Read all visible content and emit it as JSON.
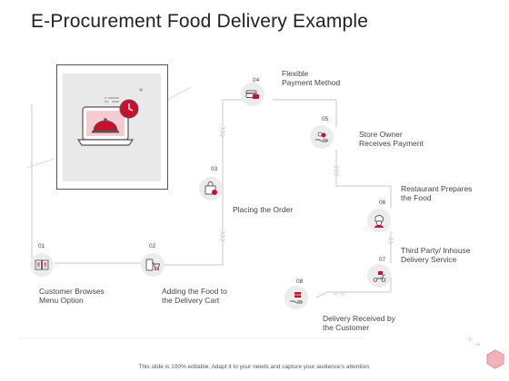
{
  "title": "E-Procurement Food Delivery Example",
  "footer_note": "This slide is 100% editable. Adapt it to your needs and capture your audience's attention.",
  "colors": {
    "accent": "#c8102e",
    "line": "#bdbdbd",
    "circle": "#ececec"
  },
  "hero_icon": "laptop-food-cloche-clock-icon",
  "steps": [
    {
      "number": "01",
      "label": "Customer Browses\nMenu Option",
      "icon": "menu-book-icon"
    },
    {
      "number": "02",
      "label": "Adding the Food to\nthe Delivery Cart",
      "icon": "cart-device-icon"
    },
    {
      "number": "03",
      "label": "Placing the Order",
      "icon": "order-bag-icon"
    },
    {
      "number": "04",
      "label": "Flexible\nPayment Method",
      "icon": "card-payment-icon"
    },
    {
      "number": "05",
      "label": "Store Owner\nReceives Payment",
      "icon": "hand-coins-icon"
    },
    {
      "number": "06",
      "label": "Restaurant Prepares\nthe Food",
      "icon": "chef-icon"
    },
    {
      "number": "07",
      "label": "Third Party/ Inhouse\nDelivery Service",
      "icon": "delivery-scooter-icon"
    },
    {
      "number": "08",
      "label": "Delivery Received by\nthe Customer",
      "icon": "hand-package-icon"
    }
  ]
}
